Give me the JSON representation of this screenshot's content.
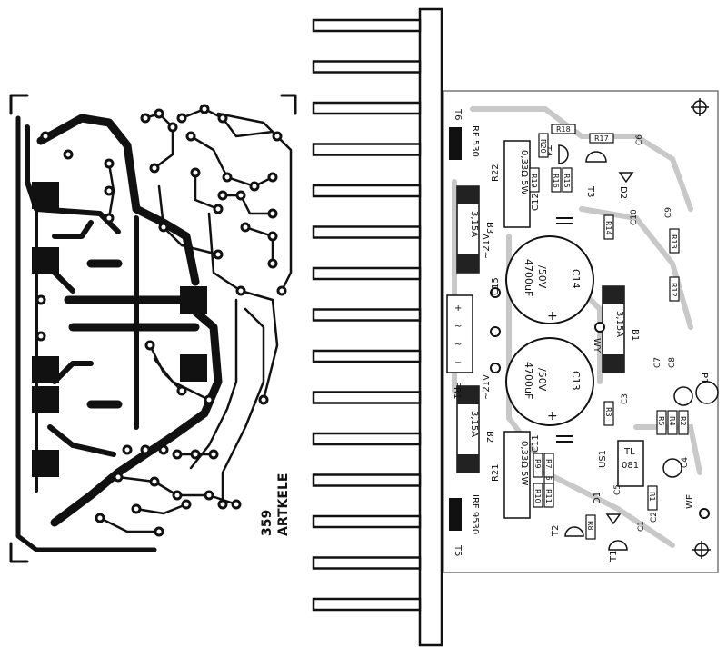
{
  "pcb_label": {
    "number": "359",
    "name": "ARTKELE"
  },
  "components": {
    "transistors": [
      "T1",
      "T2",
      "T3",
      "T4",
      "T5",
      "T6"
    ],
    "mosfets": [
      "IRF 530",
      "IRF 9530"
    ],
    "resistors": [
      "R1",
      "R2",
      "R3",
      "R4",
      "R5",
      "R6",
      "R7",
      "R8",
      "R9",
      "R10",
      "R11",
      "R12",
      "R13",
      "R14",
      "R15",
      "R16",
      "R17",
      "R18",
      "R19",
      "R20",
      "R21",
      "R22"
    ],
    "power_resistor_value": "0,33Ω 5W",
    "capacitors_small": [
      "C1",
      "C2",
      "C3",
      "C4",
      "C5",
      "C6",
      "C7",
      "C8",
      "C9",
      "C10",
      "C11",
      "C12",
      "C15"
    ],
    "big_caps": [
      {
        "name": "C14",
        "value": "4700uF",
        "voltage": "/50V"
      },
      {
        "name": "C13",
        "value": "4700uF",
        "voltage": "/50V"
      }
    ],
    "fuses": [
      {
        "name": "B3",
        "value": "3,15A"
      },
      {
        "name": "B1",
        "value": "3,15A"
      },
      {
        "name": "B2",
        "value": "3,15A"
      }
    ],
    "diodes": [
      "D1",
      "D2"
    ],
    "ic": {
      "name": "US1",
      "type_line1": "TL",
      "type_line2": "081"
    },
    "pot": "P1",
    "bridge": "PR1",
    "supply_plus": "~21V",
    "supply_minus": "~21V",
    "terminals": {
      "output": "WY",
      "input": "WE"
    }
  }
}
